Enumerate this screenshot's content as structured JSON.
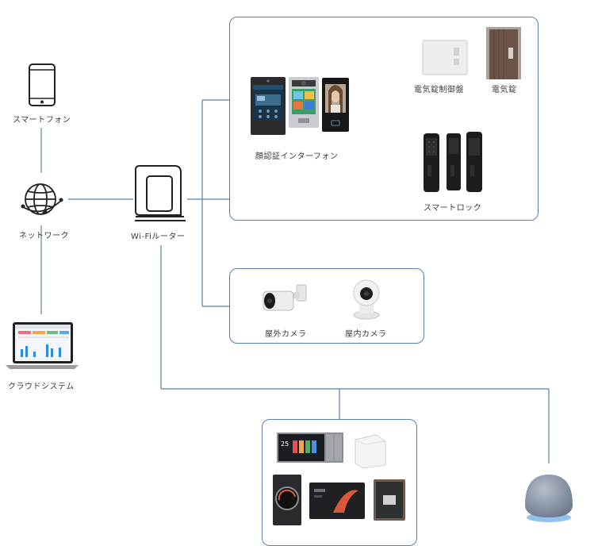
{
  "labels": {
    "smartphone": "スマートフォン",
    "network": "ネットワーク",
    "cloud": "クラウドシステム",
    "router": "Wi-Fiルーター",
    "intercom": "顔認証インターフォン",
    "lock_controller": "電気錠制御盤",
    "electric_lock": "電気錠",
    "smart_lock": "スマートロック",
    "outdoor_camera": "屋外カメラ",
    "indoor_camera": "屋内カメラ"
  },
  "colors": {
    "line": "#5b7fa8",
    "box_border": "#5b7fa8",
    "device_dark": "#2b2b2e",
    "door_brown": "#6b5446",
    "echo_glow": "#8fc4f0"
  },
  "icons": [
    "smartphone-icon",
    "globe-network-icon",
    "laptop-cloud-icon",
    "wifi-router-icon",
    "intercom-device",
    "lock-controller-device",
    "door-lock-device",
    "smart-lock-device",
    "outdoor-camera-device",
    "indoor-camera-device",
    "smart-panel-device",
    "smart-speaker-device"
  ]
}
